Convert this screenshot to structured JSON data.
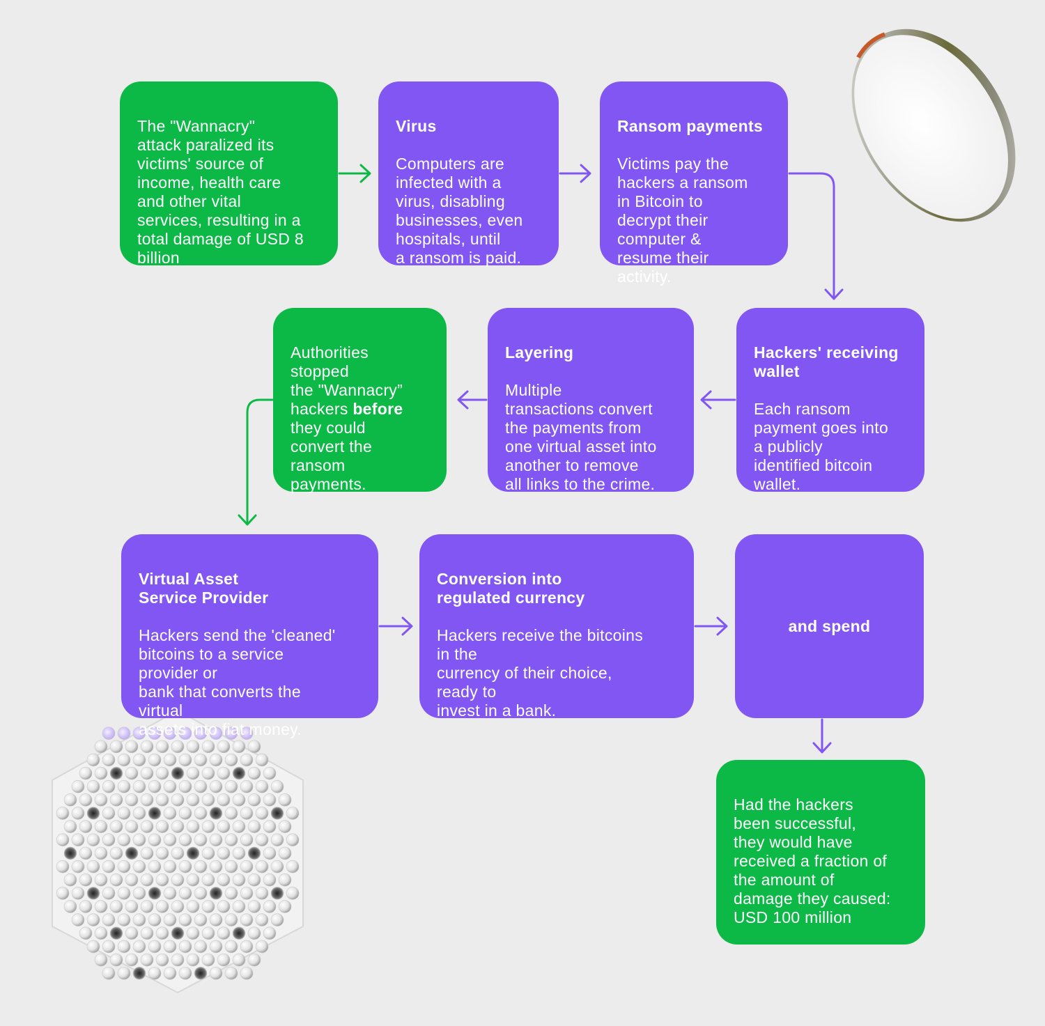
{
  "colors": {
    "background": "#ececec",
    "green": "#0db946",
    "purple": "#8156f2",
    "arrow_green": "#0db946",
    "arrow_purple": "#8156f2"
  },
  "boxes": {
    "intro": {
      "body": "The \"Wannacry\"\nattack paralized its\nvictims' source of\nincome, health care\nand other vital\nservices, resulting in a\ntotal damage of USD 8\nbillion"
    },
    "virus": {
      "title": "Virus",
      "body": "Computers are\ninfected with a\nvirus, disabling\nbusinesses, even\nhospitals, until\na ransom is paid."
    },
    "ransom": {
      "title": "Ransom payments",
      "body": "Victims pay the\nhackers a ransom\nin Bitcoin to\ndecrypt their\ncomputer &\nresume their\nactivity."
    },
    "wallet": {
      "title": "Hackers' receiving\nwallet",
      "body": "Each ransom\npayment goes into\na publicly\nidentified bitcoin\nwallet."
    },
    "layering": {
      "title": "Layering",
      "body": "Multiple\ntransactions convert\nthe payments from\none virtual asset into\nanother to remove\nall links to the crime."
    },
    "authorities": {
      "pre": "Authorities\nstopped\nthe \"Wannacry”\nhackers ",
      "bold": "before",
      "post": "\nthey could\nconvert the\nransom\npayments."
    },
    "vasp": {
      "title": "Virtual Asset\nService Provider",
      "body": "Hackers send the 'cleaned'\nbitcoins to a service\nprovider or\nbank that converts the\nvirtual\nassets into fiat money."
    },
    "conversion": {
      "title": "Conversion into\nregulated currency",
      "body": "Hackers receive the bitcoins\nin the\ncurrency of their choice,\nready to\ninvest in a bank."
    },
    "spend": {
      "title": "and spend"
    },
    "outcome": {
      "body": "Had the hackers\nbeen successful,\nthey would have\nreceived a fraction of\nthe amount of\ndamage they caused:\nUSD 100 million"
    }
  },
  "decorations": {
    "top_right": "coin-ring-image",
    "bottom_left": "hexagon-lattice-image"
  }
}
